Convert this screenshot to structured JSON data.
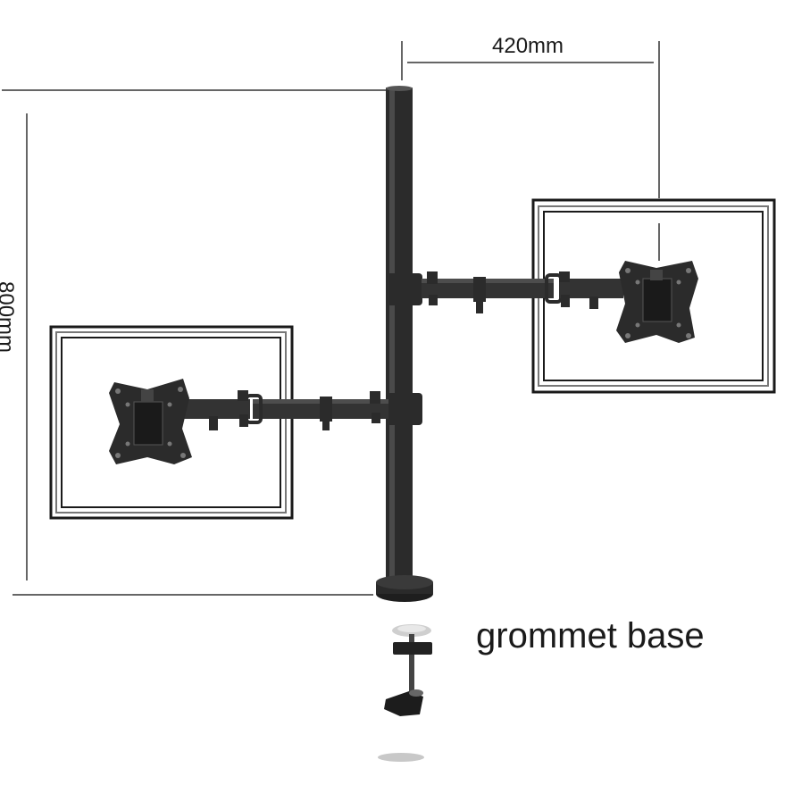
{
  "dimensions": {
    "width_label": "420mm",
    "height_label": "800mm"
  },
  "callout": {
    "grommet_label": "grommet base"
  },
  "colors": {
    "metal": "#2b2b2b",
    "metal_light": "#4a4a4a",
    "dim_line": "#333333",
    "frame": "#1a1a1a"
  }
}
